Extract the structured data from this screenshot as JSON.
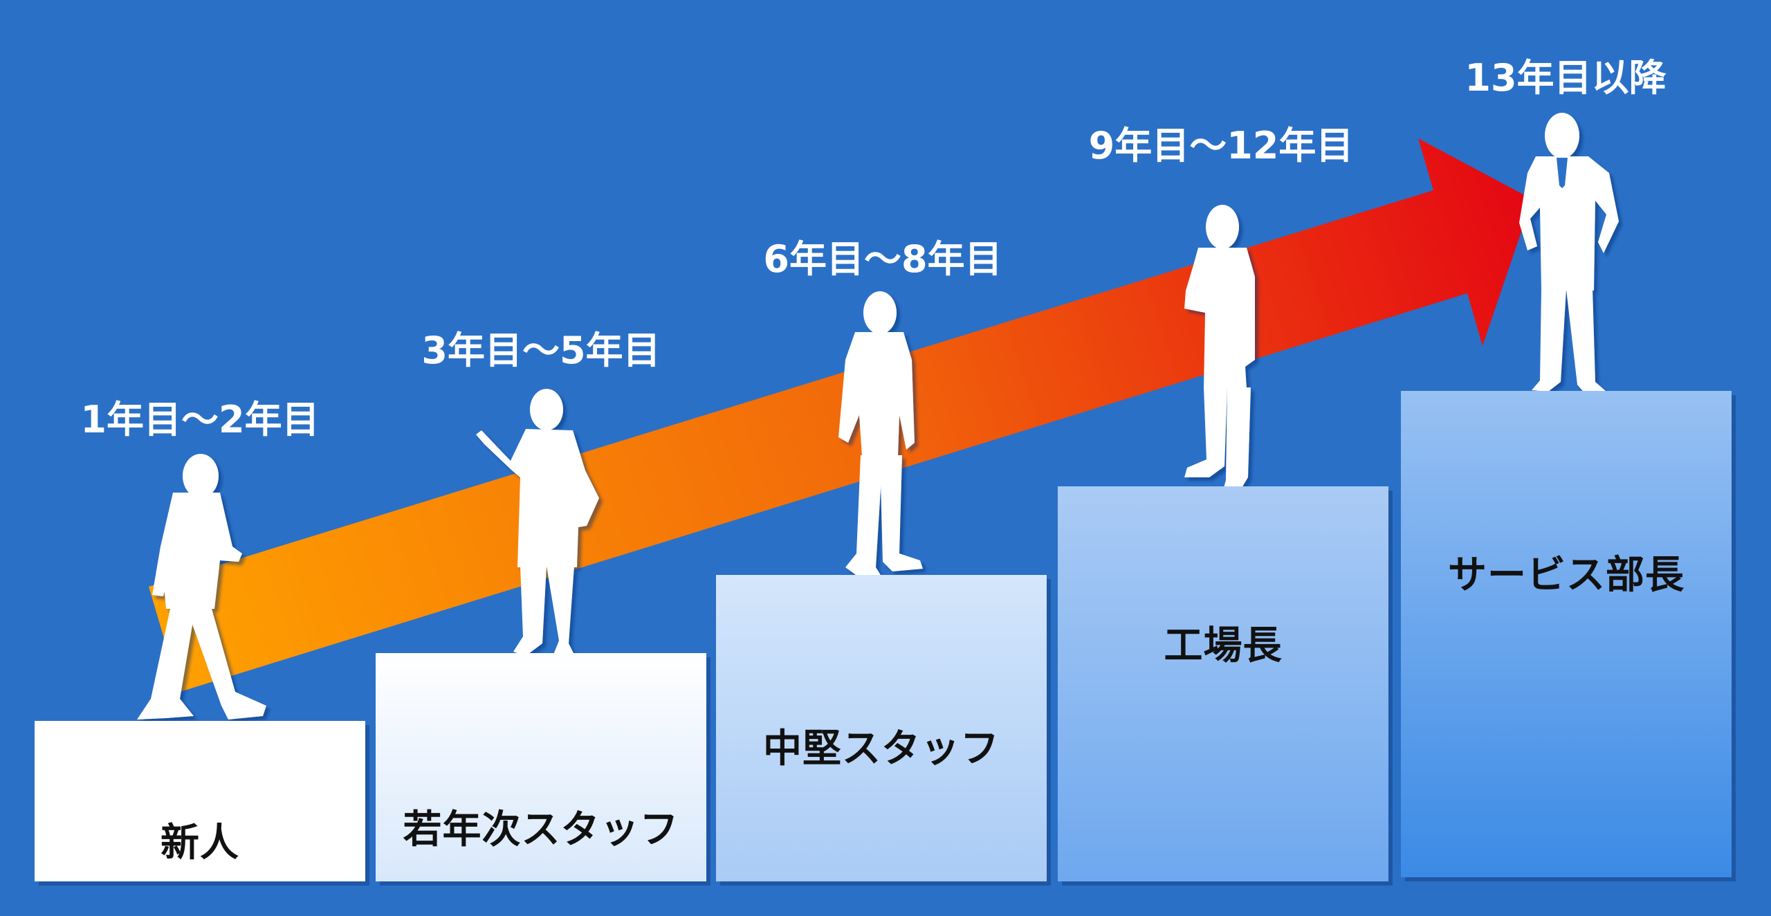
{
  "steps": [
    {
      "years": "1年目〜2年目",
      "title": "新人"
    },
    {
      "years": "3年目〜5年目",
      "title": "若年次スタッフ"
    },
    {
      "years": "6年目〜8年目",
      "title": "中堅スタッフ"
    },
    {
      "years": "9年目〜12年目",
      "title": "工場長"
    },
    {
      "years": "13年目以降",
      "title": "サービス部長"
    }
  ],
  "colors": {
    "background": "#2a70c7",
    "arrow_start": "#ffa000",
    "arrow_end": "#e40613",
    "figure": "#ffffff"
  },
  "icons": [
    "person-silhouette-icon",
    "growth-arrow-icon"
  ]
}
